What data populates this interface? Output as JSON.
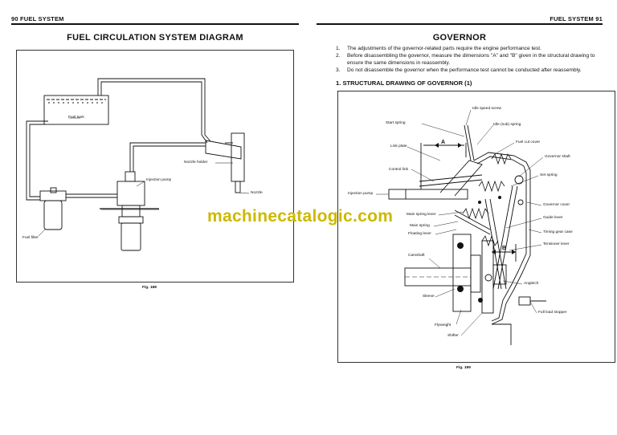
{
  "left_page": {
    "header": "90 FUEL SYSTEM",
    "title": "FUEL CIRCULATION SYSTEM DIAGRAM",
    "labels": {
      "fuel_tank": "Fuel tank",
      "nozzle_holder": "Nozzle holder",
      "injection_pump": "Injection pump",
      "nozzle": "Nozzle",
      "fuel_filter": "Fuel filter"
    },
    "figure": "Fig. 188"
  },
  "right_page": {
    "header": "FUEL SYSTEM 91",
    "title": "GOVERNOR",
    "notes": [
      {
        "num": "1.",
        "text": "The adjustments of the governor-related parts require the engine performance test."
      },
      {
        "num": "2.",
        "text": "Before disassembling the governor, measure the dimensions \"A\" and \"B\" given in the structural drawing to ensure the same dimensions in reassembly."
      },
      {
        "num": "3.",
        "text": "Do not disassemble the governor when the performance test cannot be conducted after reassembly."
      }
    ],
    "subheading": "1.  STRUCTURAL DRAWING OF GOVERNOR (1)",
    "labels": {
      "idle_speed_screw": "Idle speed screw",
      "start_spring": "Start spring",
      "idle_sub_spring": "Idle (sub) spring",
      "link_plate": "Link plate",
      "fuel_cut_cover": "Fuel cut cover",
      "governor_shaft": "Governor shaft",
      "control_link": "Control link",
      "set_spring": "Set spring",
      "injection_pump": "Injection pump",
      "governor_cover": "Governor cover",
      "main_spring_lever": "Main spring lever",
      "guide_lever": "Guide lever",
      "main_spring": "Main spring",
      "timing_gear_case": "Timing gear case",
      "floating_lever": "Floating lever",
      "tensioner_lever": "Tensioner lever",
      "camshaft": "Camshaft",
      "angleich": "Angleich",
      "sleeve": "Sleeve",
      "full_load_stopper": "Full load stopper",
      "flyweight": "Flyweight",
      "shifter": "Shifter",
      "dim_a": "A",
      "dim_b": "B"
    },
    "figure": "Fig. 189"
  },
  "watermark": "machinecatalogic.com"
}
